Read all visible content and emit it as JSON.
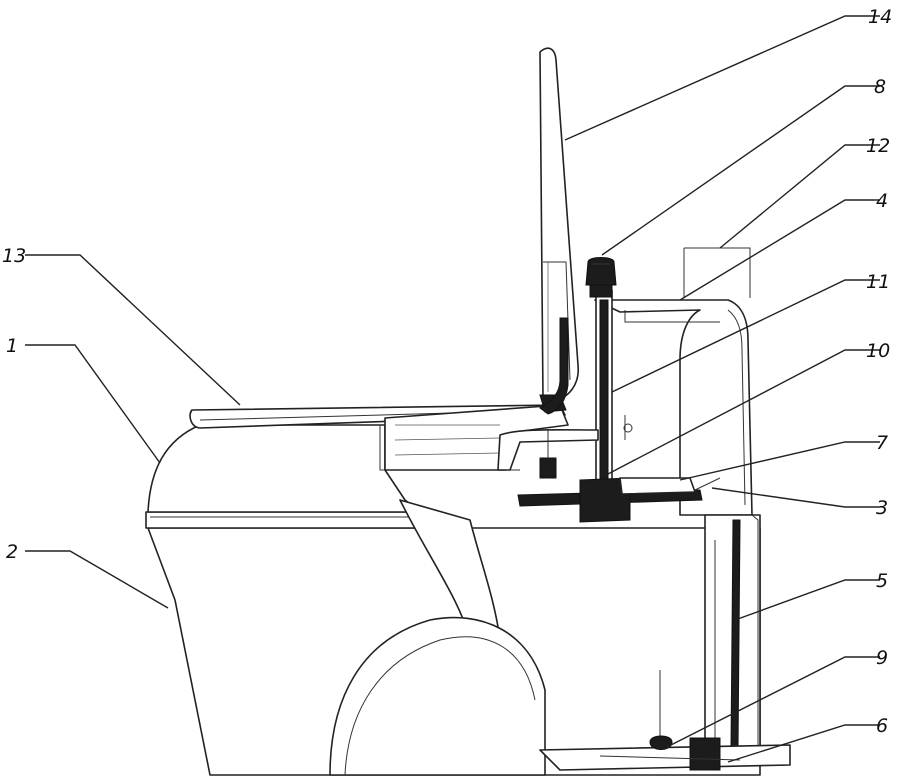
{
  "callouts": [
    {
      "id": "c14",
      "label": "14"
    },
    {
      "id": "c8",
      "label": "8"
    },
    {
      "id": "c12",
      "label": "12"
    },
    {
      "id": "c4",
      "label": "4"
    },
    {
      "id": "c11",
      "label": "11"
    },
    {
      "id": "c10",
      "label": "10"
    },
    {
      "id": "c7",
      "label": "7"
    },
    {
      "id": "c3",
      "label": "3"
    },
    {
      "id": "c5",
      "label": "5"
    },
    {
      "id": "c9",
      "label": "9"
    },
    {
      "id": "c6",
      "label": "6"
    },
    {
      "id": "c13",
      "label": "13"
    },
    {
      "id": "c1",
      "label": "1"
    },
    {
      "id": "c2",
      "label": "2"
    }
  ]
}
